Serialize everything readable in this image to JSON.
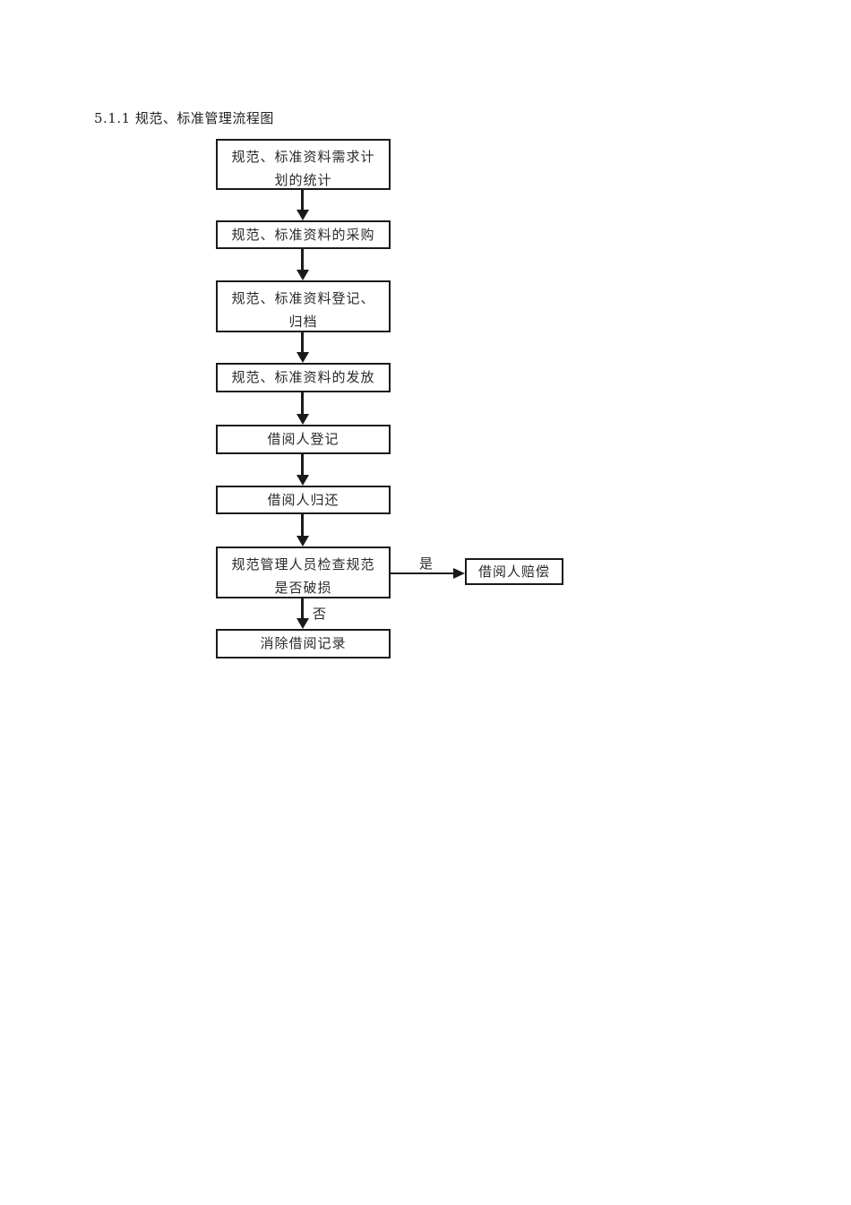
{
  "page": {
    "title": "5.1.1 规范、标准管理流程图"
  },
  "flowchart": {
    "nodes": [
      {
        "id": "demand-plan-statistics",
        "label": "规范、标准资料需求计\n划的统计"
      },
      {
        "id": "procurement",
        "label": "规范、标准资料的采购"
      },
      {
        "id": "registration-archiving",
        "label": "规范、标准资料登记、\n归档"
      },
      {
        "id": "distribution",
        "label": "规范、标准资料的发放"
      },
      {
        "id": "borrower-registration",
        "label": "借阅人登记"
      },
      {
        "id": "borrower-return",
        "label": "借阅人归还"
      },
      {
        "id": "damage-check",
        "label": "规范管理人员检查规范\n是否破损"
      },
      {
        "id": "borrower-compensation",
        "label": "借阅人赔偿"
      },
      {
        "id": "clear-borrow-record",
        "label": "消除借阅记录"
      }
    ],
    "branches": {
      "yes_label": "是",
      "no_label": "否"
    }
  }
}
